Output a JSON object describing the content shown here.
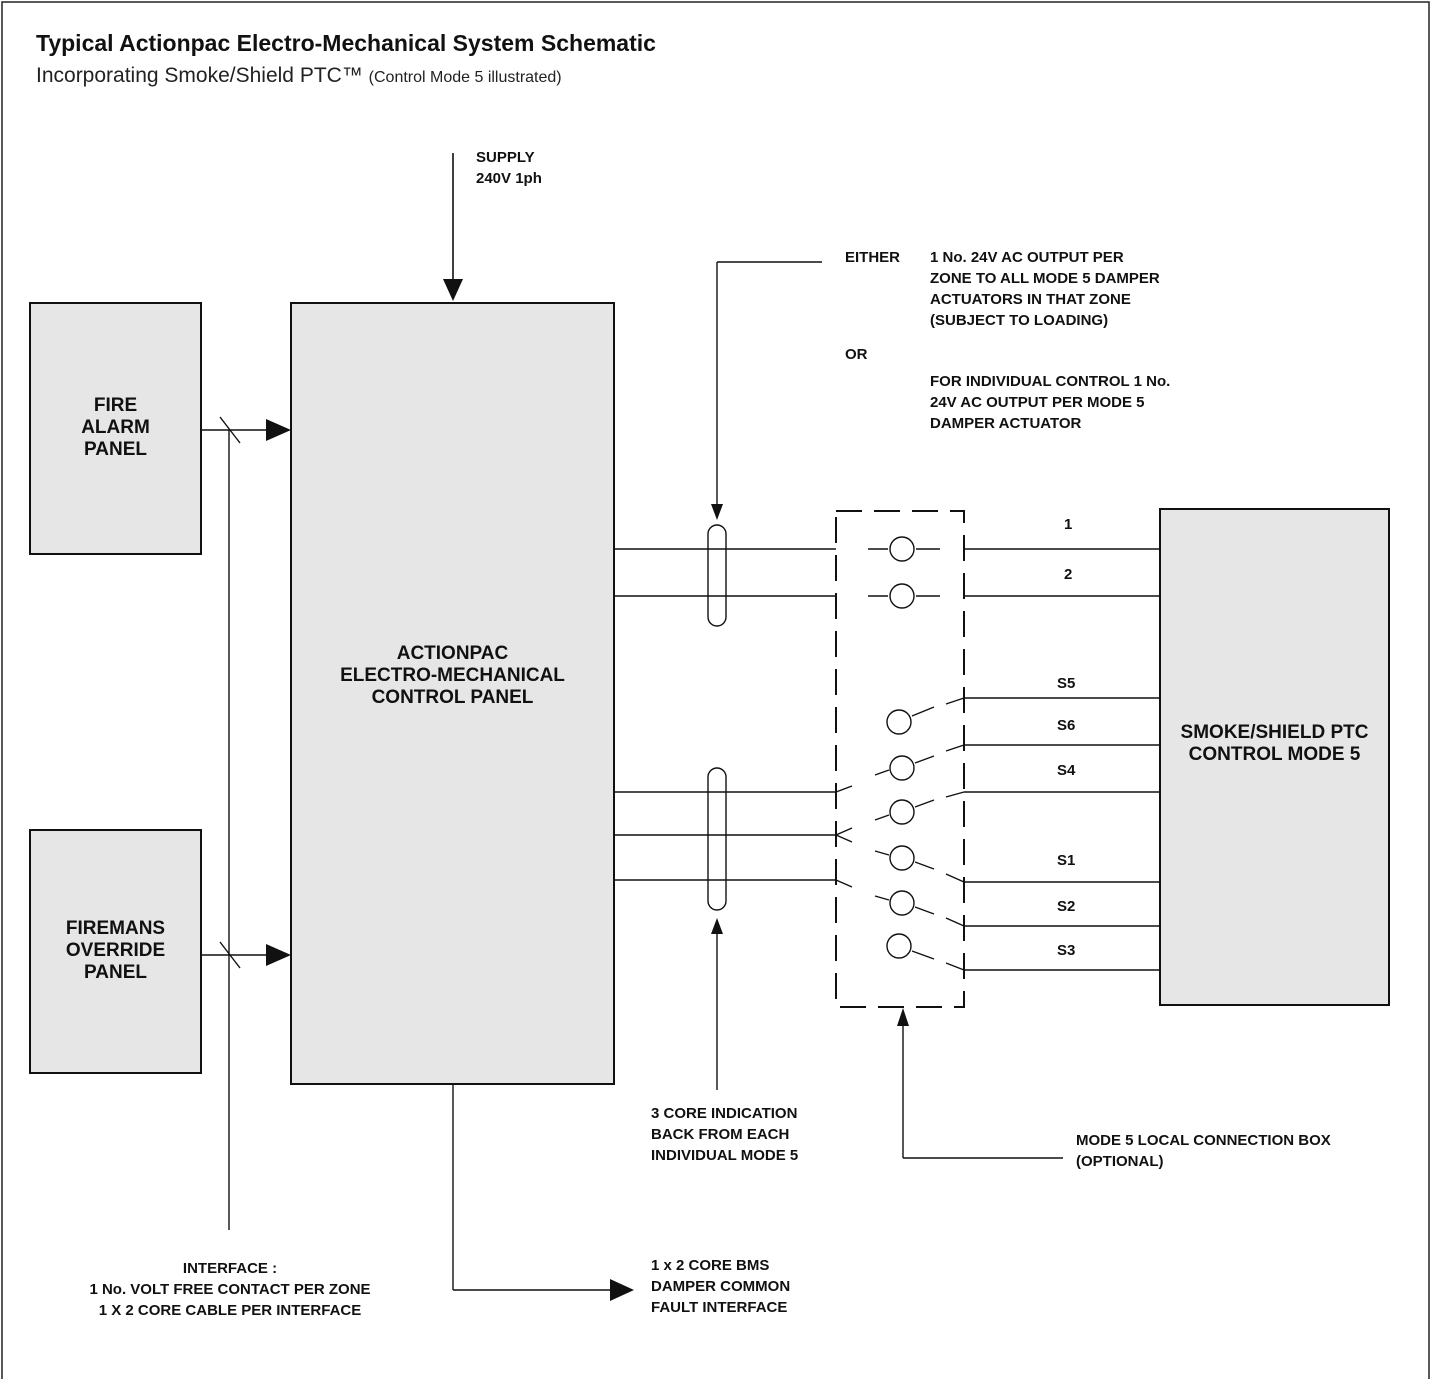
{
  "title": "Typical Actionpac Electro-Mechanical  System Schematic",
  "subtitle": {
    "main": "Incorporating Smoke/Shield PTC™",
    "note": "(Control Mode 5 illustrated)"
  },
  "supply": [
    "SUPPLY",
    "240V 1ph"
  ],
  "fire_alarm_panel": [
    "FIRE",
    "ALARM",
    "PANEL"
  ],
  "firemans_override_panel": [
    "FIREMANS",
    "OVERRIDE",
    "PANEL"
  ],
  "control_panel": [
    "ACTIONPAC",
    "ELECTRO-MECHANICAL",
    "CONTROL PANEL"
  ],
  "smoke_shield": [
    "SMOKE/SHIELD PTC",
    "CONTROL MODE 5"
  ],
  "output_note": {
    "either": "EITHER",
    "or": "OR",
    "either_text": [
      "1 No. 24V AC OUTPUT PER",
      "ZONE TO ALL MODE 5 DAMPER",
      "ACTUATORS IN THAT ZONE",
      "(SUBJECT TO LOADING)"
    ],
    "or_text": [
      "FOR INDIVIDUAL CONTROL 1 No.",
      "24V AC OUTPUT PER MODE 5",
      "DAMPER ACTUATOR"
    ]
  },
  "terminals": [
    "1",
    "2",
    "S5",
    "S6",
    "S4",
    "S1",
    "S2",
    "S3"
  ],
  "indication_note": [
    "3 CORE INDICATION",
    "BACK FROM EACH",
    "INDIVIDUAL MODE 5"
  ],
  "connection_box_note": [
    "MODE 5 LOCAL CONNECTION BOX",
    "(OPTIONAL)"
  ],
  "interface_note": [
    "INTERFACE :",
    "1 No. VOLT FREE CONTACT PER ZONE",
    "1 X 2 CORE CABLE PER INTERFACE"
  ],
  "bms_note": [
    "1 x 2 CORE BMS",
    "DAMPER COMMON",
    "FAULT INTERFACE"
  ]
}
